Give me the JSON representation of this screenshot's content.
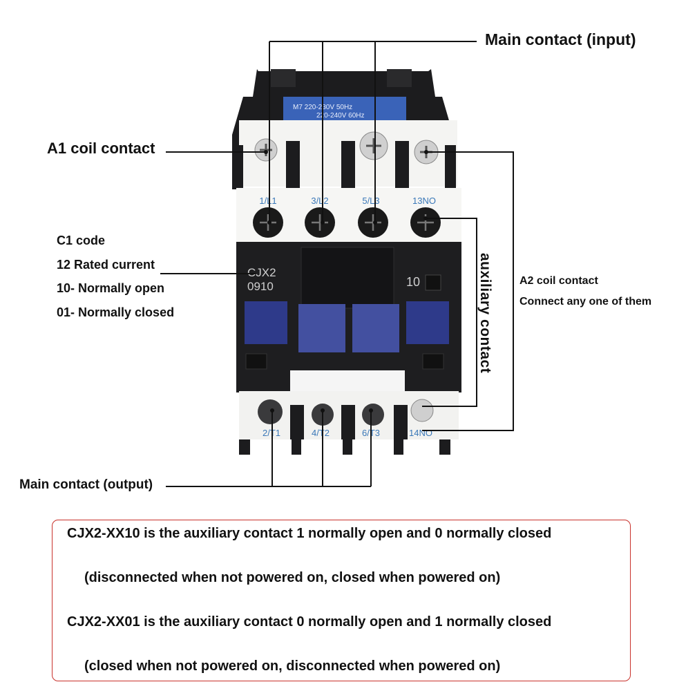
{
  "labels": {
    "main_input": "Main contact (input)",
    "a1_coil": "A1 coil contact",
    "code_lines": [
      "C1 code",
      "12 Rated current",
      "10- Normally open",
      "01- Normally closed"
    ],
    "a2_coil": "A2 coil contact",
    "a2_note": "Connect any one of them",
    "auxiliary": "auxiliary contact",
    "main_output": "Main contact (output)"
  },
  "device": {
    "coil_label_line1": "M7 220-230V 50Hz",
    "coil_label_line2": "220-240V 60Hz",
    "top_terminals": [
      "1/L1",
      "3/L2",
      "5/L3",
      "13NO"
    ],
    "bottom_terminals": [
      "2/T1",
      "4/T2",
      "6/T3",
      "14NO"
    ],
    "model": "CJX2",
    "model_code": "0910",
    "aux_code": "10"
  },
  "notes": [
    "CJX2-XX10 is the auxiliary contact 1 normally open and 0 normally closed",
    "(disconnected when not powered on, closed when powered on)",
    "CJX2-XX01 is the auxiliary contact 0 normally open and 1 normally closed",
    "(closed when not powered on, disconnected when powered on)"
  ],
  "colors": {
    "note_border": "#c8302a",
    "terminal_text": "#3a78b8",
    "coil_label_bg": "#3a63b8",
    "window_blue": "#2e3a8a"
  }
}
